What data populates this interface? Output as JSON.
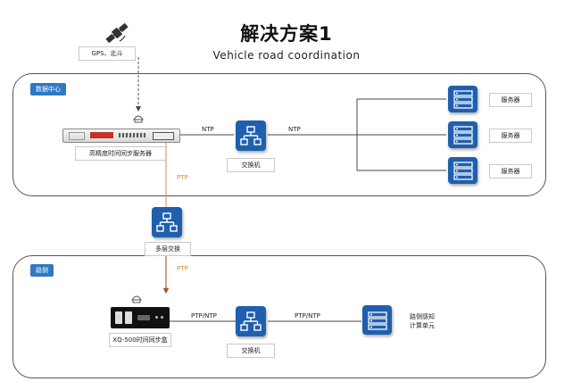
{
  "title": "解决方案1",
  "subtitle": "Vehicle road coordination",
  "gps_label": "GPS、北斗",
  "regions": {
    "data_center": "数据中心",
    "roadside": "路侧"
  },
  "devices": {
    "time_server": "高精度时间同步服务器",
    "switch_top": "交换机",
    "servers": [
      "服务器",
      "服务器",
      "服务器"
    ],
    "multi_switch": "多层交换",
    "sync_box": "XQ-500时间同步盒",
    "switch_bottom": "交换机",
    "compute_unit_line1": "路侧感知",
    "compute_unit_line2": "计算单元"
  },
  "links": {
    "ntp_left": "NTP",
    "ntp_right": "NTP",
    "ptp_upper": "PTP",
    "ptp_lower": "PTP",
    "ptp_ntp_left": "PTP/NTP",
    "ptp_ntp_right": "PTP/NTP"
  },
  "colors": {
    "icon_blue": "#1f5fae",
    "tag_blue": "#2f78c4",
    "ptp_orange": "#d98c3a"
  }
}
